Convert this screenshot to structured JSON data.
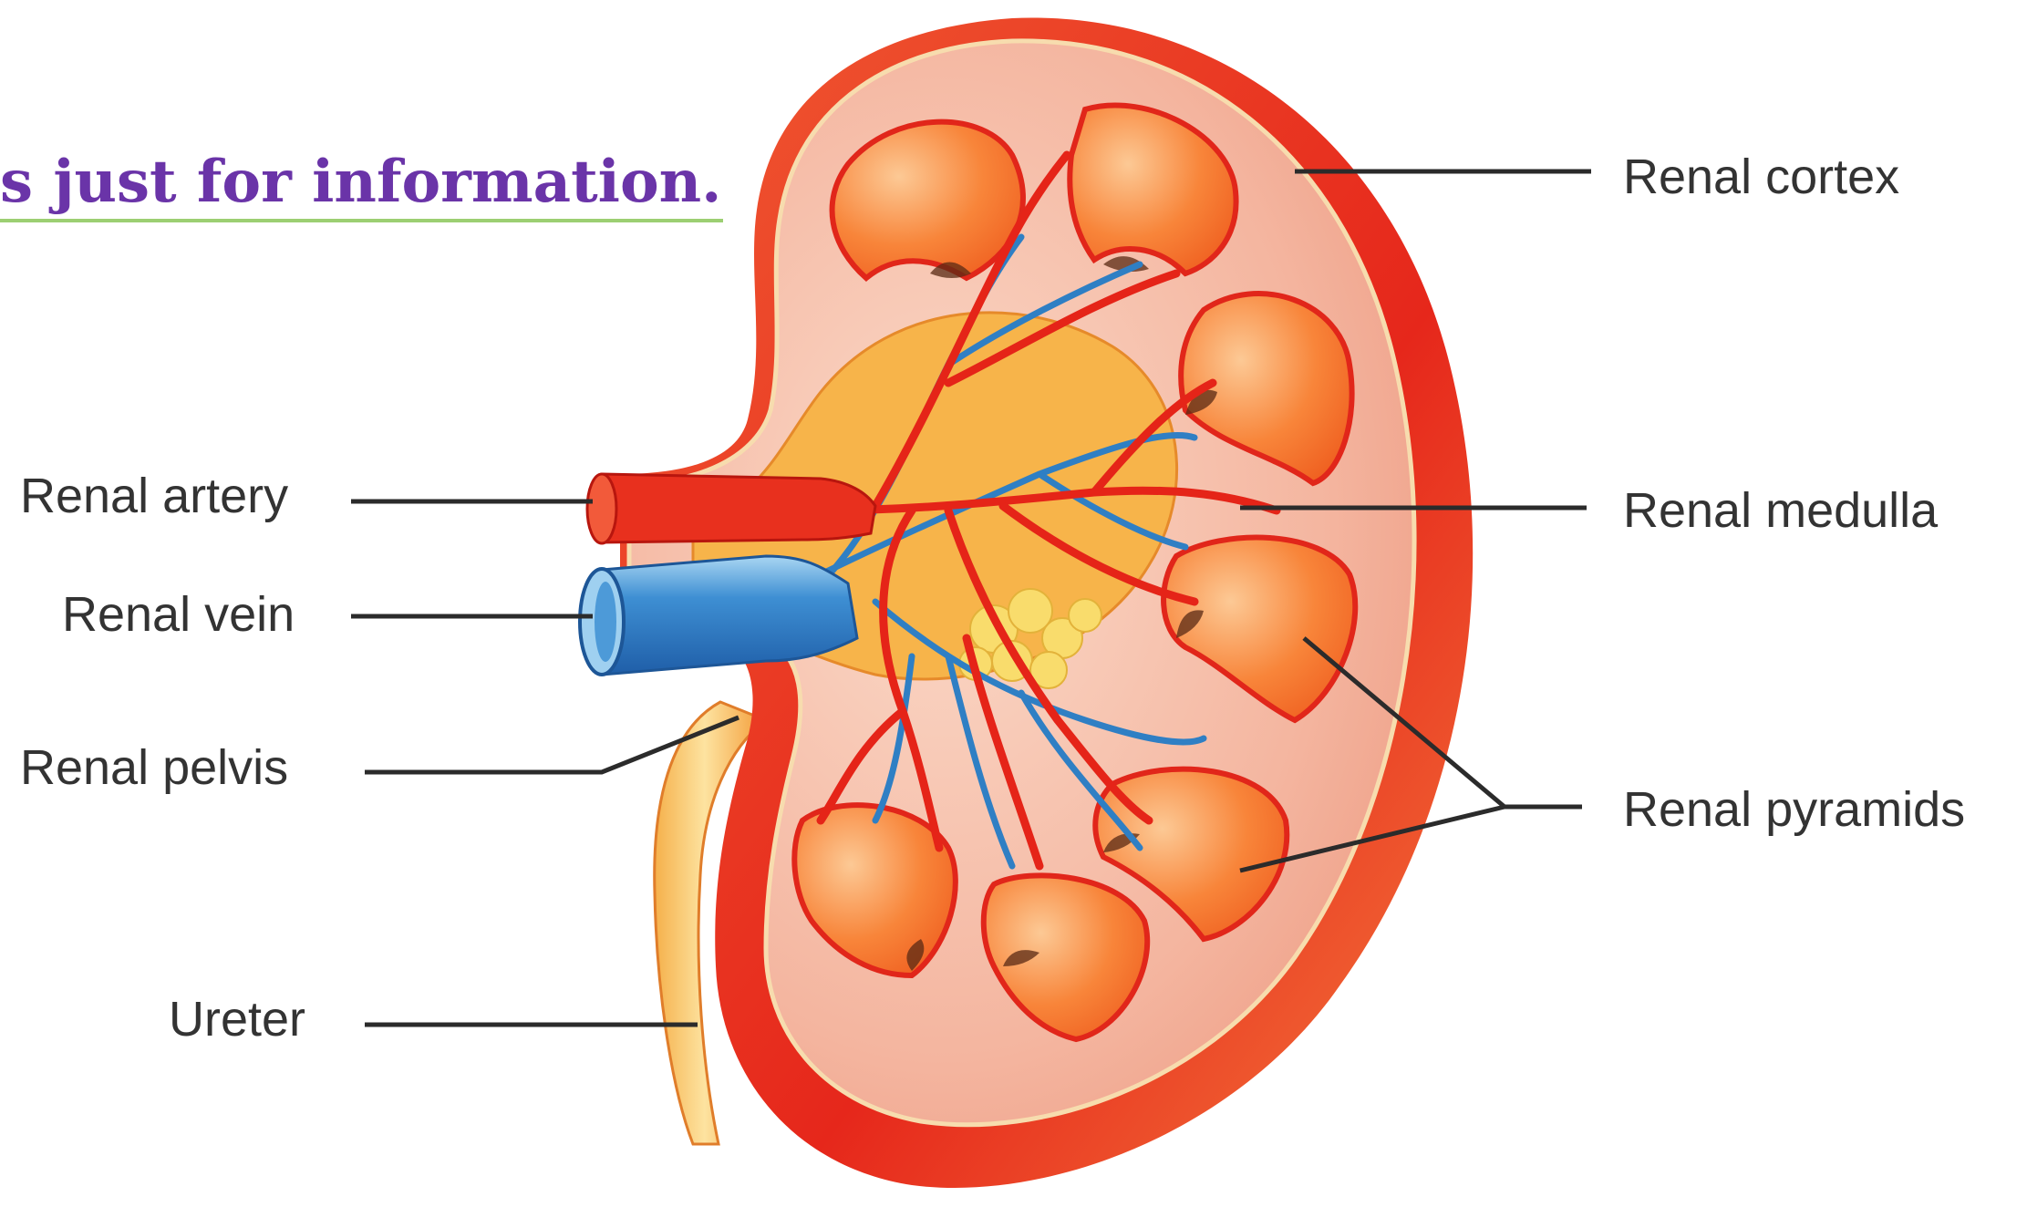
{
  "banner": {
    "text": "s just for information.",
    "text_color": "#6a34a8",
    "underline_color": "#9ccf72"
  },
  "labels": {
    "renal_cortex": "Renal cortex",
    "renal_medulla": "Renal medulla",
    "renal_pyramids": "Renal pyramids",
    "renal_artery": "Renal artery",
    "renal_vein": "Renal vein",
    "renal_pelvis": "Renal pelvis",
    "ureter": "Ureter"
  },
  "colors": {
    "label_text": "#333333",
    "leader_line": "#2b2b2b",
    "capsule_red": "#e8301e",
    "capsule_edge": "#f6d6a0",
    "cortex": "#f3b19b",
    "pyramid": "#f7792c",
    "pyramid_light": "#fbc08a",
    "artery": "#e52418",
    "vein": "#2f7fc4",
    "pelvis": "#f8c05a",
    "fat": "#f9dd6a"
  }
}
